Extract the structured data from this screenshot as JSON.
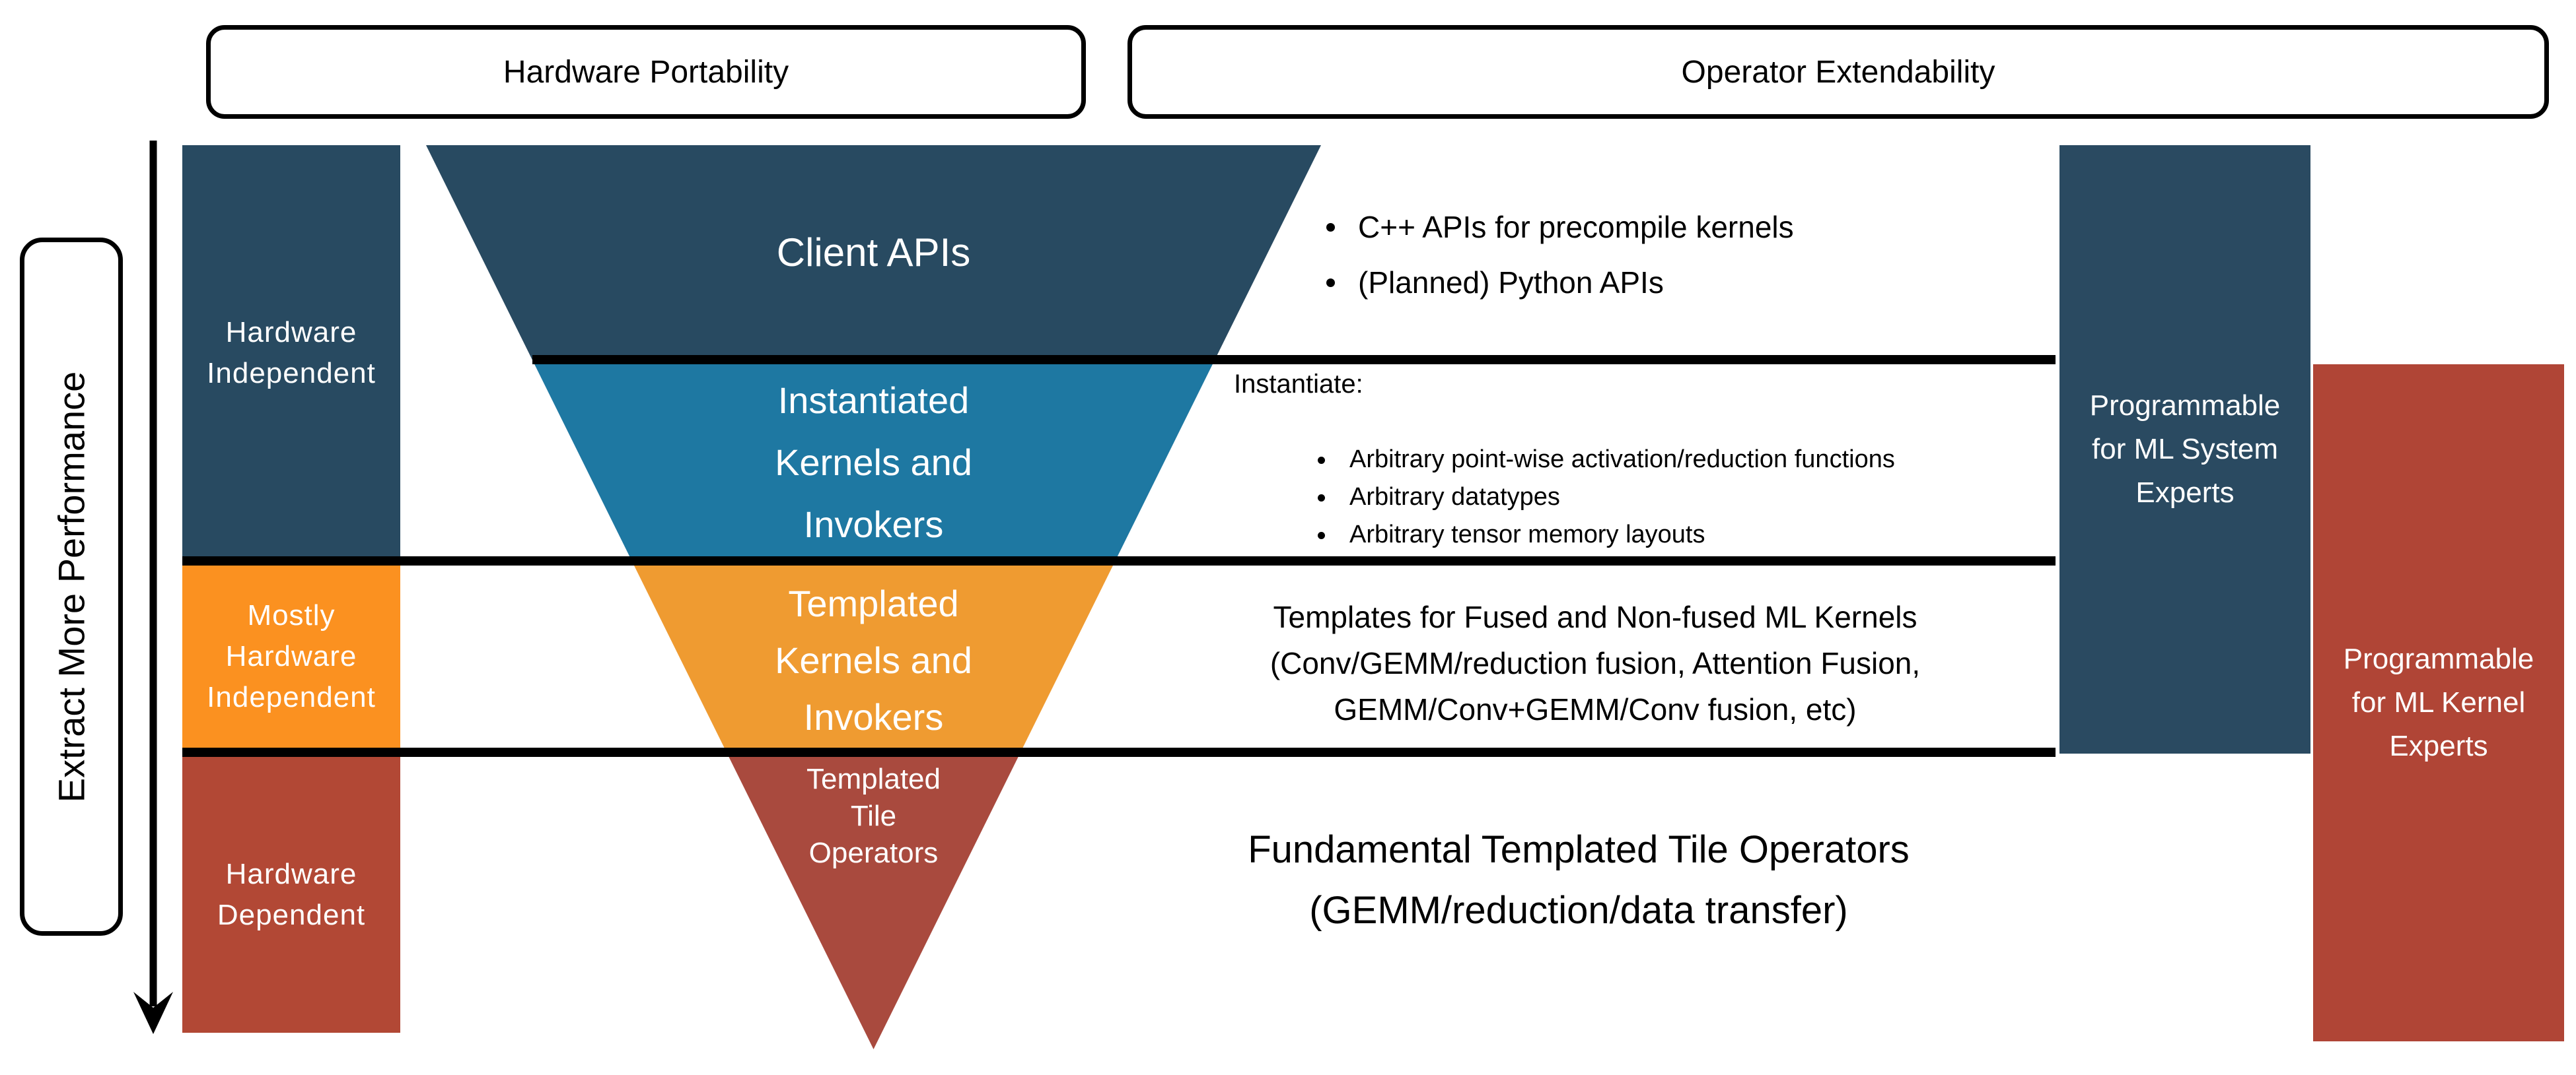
{
  "header": {
    "left_box_label": "Hardware Portability",
    "right_box_label": "Operator Extendability"
  },
  "performance_axis": {
    "label": "Extract More Performance"
  },
  "left_column": {
    "hardware_independent": {
      "label": "Hardware\nIndependent",
      "color": "#284a61"
    },
    "mostly_hardware_independent": {
      "label": "Mostly\nHardware\nIndependent",
      "color": "#fb9120"
    },
    "hardware_dependent": {
      "label": "Hardware\nDependent",
      "color": "#b24835"
    }
  },
  "funnel": {
    "client_apis": {
      "label": "Client APIs",
      "color": "#284a61"
    },
    "instantiated": {
      "label": "Instantiated\nKernels and\nInvokers",
      "color": "#1e78a2"
    },
    "templated_kernels": {
      "label": "Templated\nKernels and\nInvokers",
      "color": "#ef9b31"
    },
    "templated_tile": {
      "label": "Templated\nTile\nOperators",
      "color": "#a94a3e"
    }
  },
  "annotations": {
    "client_bullets": [
      "C++ APIs for precompile kernels",
      "(Planned) Python APIs"
    ],
    "instantiate_title": "Instantiate:",
    "instantiate_bullets": [
      "Arbitrary point-wise activation/reduction functions",
      "Arbitrary datatypes",
      "Arbitrary tensor memory layouts"
    ],
    "templates_text": "Templates for Fused and Non-fused ML Kernels\n(Conv/GEMM/reduction fusion, Attention Fusion,\nGEMM/Conv+GEMM/Conv fusion, etc)",
    "fundamental_text": "Fundamental Templated Tile Operators\n(GEMM/reduction/data transfer)"
  },
  "right_bars": {
    "ml_system": {
      "label": "Programmable\nfor ML System\nExperts",
      "color": "#2a4a61"
    },
    "ml_kernel": {
      "label": "Programmable\nfor ML Kernel\nExperts",
      "color": "#b04536"
    }
  },
  "colors": {
    "divider": "#000000",
    "background": "#ffffff",
    "text_dark": "#000000",
    "text_light": "#ffffff"
  }
}
